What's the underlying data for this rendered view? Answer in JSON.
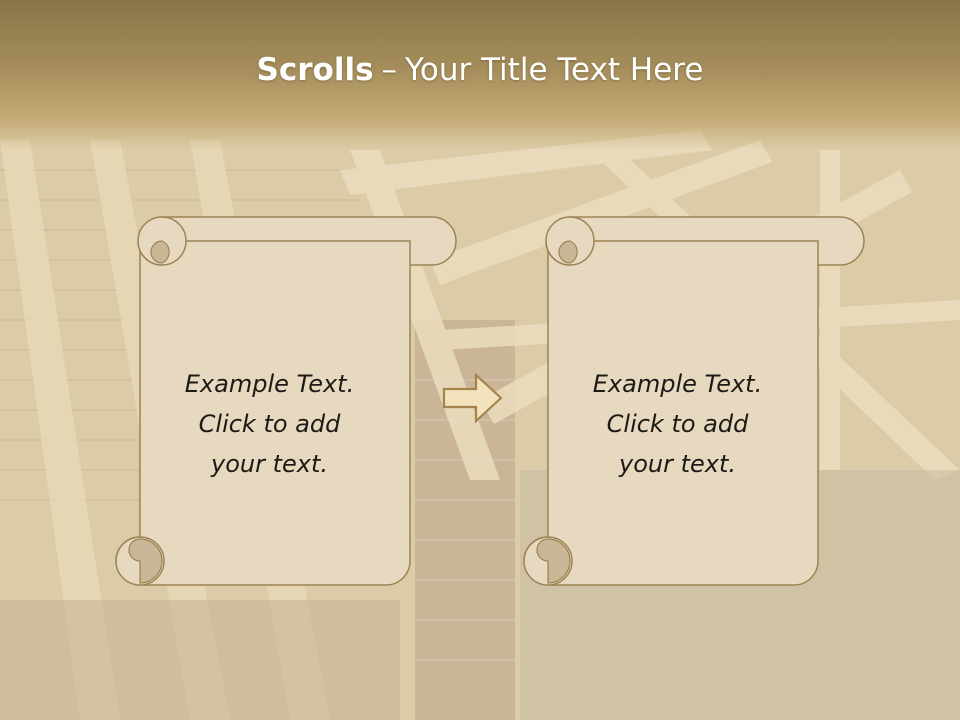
{
  "slide": {
    "title_strong": "Scrolls",
    "title_dash": "–",
    "title_rest": "Your Title Text Here"
  },
  "scrolls": [
    {
      "lines": [
        "Example  Text.",
        "Click  to add",
        "your text."
      ]
    },
    {
      "lines": [
        "Example  Text.",
        "Click  to add",
        "your text."
      ]
    }
  ],
  "colors": {
    "title_band": "#a48d5a",
    "scroll_fill": "#e6d9c0",
    "scroll_curl": "#c9b798",
    "scroll_stroke": "#9c8454",
    "arrow_fill": "#f3e3bd",
    "arrow_stroke": "#a4844c",
    "text": "#1c1a14"
  },
  "icons": [
    "arrow-right-icon"
  ]
}
